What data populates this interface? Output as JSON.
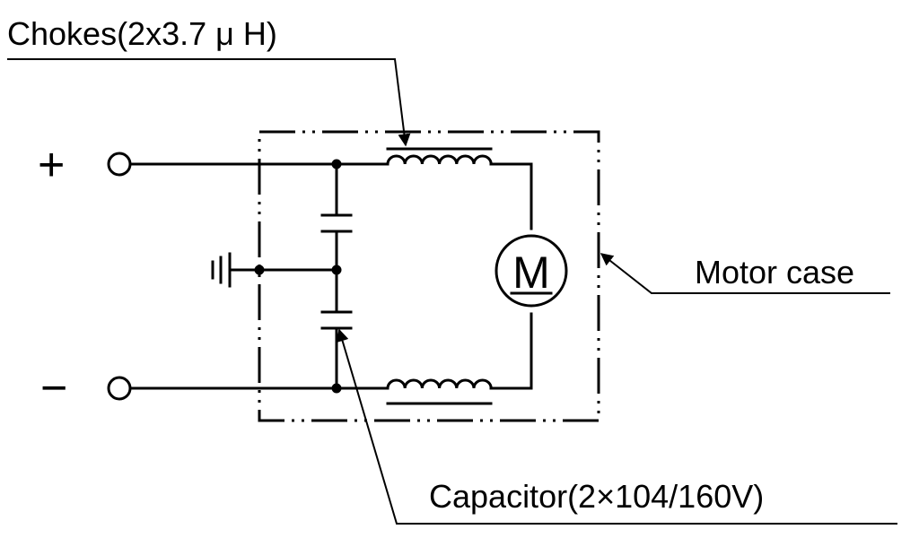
{
  "labels": {
    "chokes": "Chokes(2x3.7 μ H)",
    "motor_case": "Motor case",
    "capacitor": "Capacitor(2×104/160V)",
    "motor_symbol": "M",
    "positive_terminal": "+",
    "negative_terminal": "−"
  },
  "icons": {
    "ground": "ground-icon",
    "motor": "motor-icon",
    "choke": "inductor-icon",
    "capacitor": "capacitor-icon"
  },
  "colors": {
    "line": "#000000",
    "background": "#ffffff"
  }
}
